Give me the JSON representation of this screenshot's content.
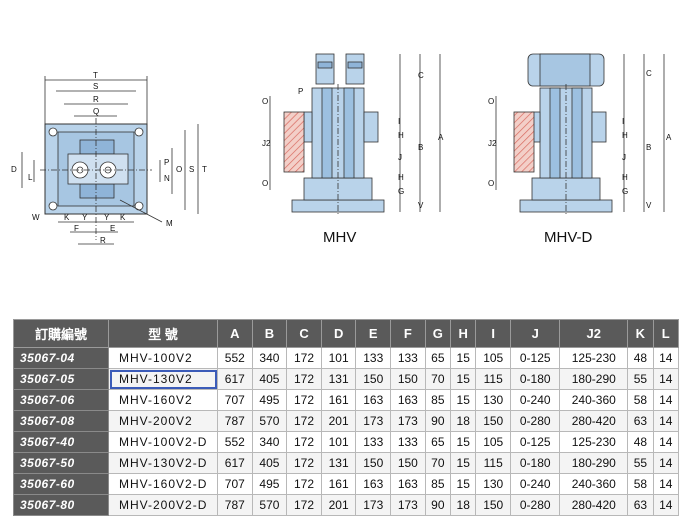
{
  "drawings": {
    "left_labels": [
      "T",
      "S",
      "R",
      "Q",
      "D",
      "L",
      "P",
      "N",
      "O",
      "S",
      "T",
      "W",
      "K",
      "Y",
      "Y",
      "K",
      "F",
      "E",
      "R",
      "M"
    ],
    "mid_labels": [
      "C",
      "A",
      "P",
      "O",
      "J2",
      "I",
      "H",
      "B",
      "J",
      "H",
      "G",
      "O",
      "V"
    ],
    "right_labels": [
      "C",
      "A",
      "O",
      "J2",
      "I",
      "H",
      "B",
      "J",
      "H",
      "G",
      "O",
      "V"
    ],
    "captions": {
      "mhv": "MHV",
      "mhv_d": "MHV-D"
    }
  },
  "table": {
    "headers": [
      "訂購編號",
      "型 號",
      "A",
      "B",
      "C",
      "D",
      "E",
      "F",
      "G",
      "H",
      "I",
      "J",
      "J2",
      "K",
      "L"
    ],
    "rows": [
      [
        "35067-04",
        "MHV-100V2",
        "552",
        "340",
        "172",
        "101",
        "133",
        "133",
        "65",
        "15",
        "105",
        "0-125",
        "125-230",
        "48",
        "14"
      ],
      [
        "35067-05",
        "MHV-130V2",
        "617",
        "405",
        "172",
        "131",
        "150",
        "150",
        "70",
        "15",
        "115",
        "0-180",
        "180-290",
        "55",
        "14"
      ],
      [
        "35067-06",
        "MHV-160V2",
        "707",
        "495",
        "172",
        "161",
        "163",
        "163",
        "85",
        "15",
        "130",
        "0-240",
        "240-360",
        "58",
        "14"
      ],
      [
        "35067-08",
        "MHV-200V2",
        "787",
        "570",
        "172",
        "201",
        "173",
        "173",
        "90",
        "18",
        "150",
        "0-280",
        "280-420",
        "63",
        "14"
      ],
      [
        "35067-40",
        "MHV-100V2-D",
        "552",
        "340",
        "172",
        "101",
        "133",
        "133",
        "65",
        "15",
        "105",
        "0-125",
        "125-230",
        "48",
        "14"
      ],
      [
        "35067-50",
        "MHV-130V2-D",
        "617",
        "405",
        "172",
        "131",
        "150",
        "150",
        "70",
        "15",
        "115",
        "0-180",
        "180-290",
        "55",
        "14"
      ],
      [
        "35067-60",
        "MHV-160V2-D",
        "707",
        "495",
        "172",
        "161",
        "163",
        "163",
        "85",
        "15",
        "130",
        "0-240",
        "240-360",
        "58",
        "14"
      ],
      [
        "35067-80",
        "MHV-200V2-D",
        "787",
        "570",
        "172",
        "201",
        "173",
        "173",
        "90",
        "18",
        "150",
        "0-280",
        "280-420",
        "63",
        "14"
      ]
    ]
  },
  "colors": {
    "body": "#b9d3ea",
    "edge": "#333333",
    "hatch": "#e8a8a0",
    "header": "#5a5a5a",
    "highlight": "#3b5bb8"
  }
}
